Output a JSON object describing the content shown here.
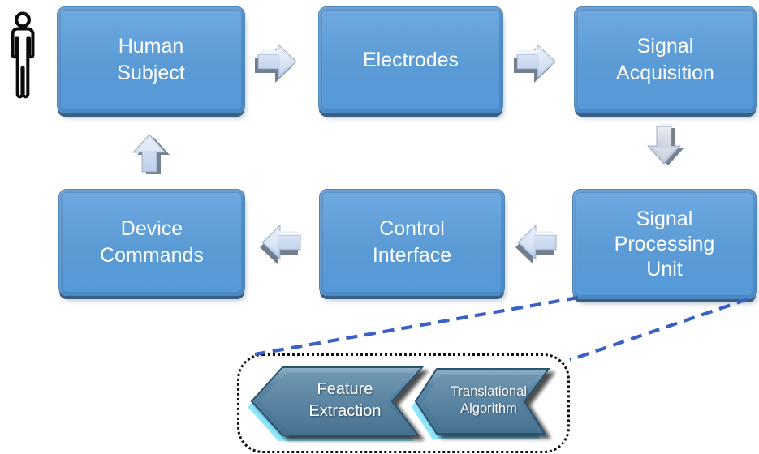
{
  "diagram": {
    "title": "",
    "boxes": [
      {
        "id": "human-subject",
        "lines": [
          "Human",
          "Subject"
        ]
      },
      {
        "id": "electrodes",
        "lines": [
          "Electrodes"
        ]
      },
      {
        "id": "signal-acquisition",
        "lines": [
          "Signal",
          "Acquisition"
        ]
      },
      {
        "id": "signal-processing-unit",
        "lines": [
          "Signal",
          "Processing",
          "Unit"
        ]
      },
      {
        "id": "control-interface",
        "lines": [
          "Control",
          "Interface"
        ]
      },
      {
        "id": "device-commands",
        "lines": [
          "Device",
          "Commands"
        ]
      }
    ],
    "flow": [
      {
        "from": "Human Subject",
        "to": "Electrodes",
        "direction": "right"
      },
      {
        "from": "Electrodes",
        "to": "Signal Acquisition",
        "direction": "right"
      },
      {
        "from": "Signal Acquisition",
        "to": "Signal Processing Unit",
        "direction": "down"
      },
      {
        "from": "Signal Processing Unit",
        "to": "Control Interface",
        "direction": "left"
      },
      {
        "from": "Control Interface",
        "to": "Device Commands",
        "direction": "left"
      },
      {
        "from": "Device Commands",
        "to": "Human Subject",
        "direction": "up"
      }
    ],
    "callout": {
      "linked_box": "Signal Processing Unit",
      "chevrons": [
        {
          "lines": [
            "Feature",
            "Extraction"
          ]
        },
        {
          "lines": [
            "Translational",
            "Algorithm"
          ]
        }
      ]
    },
    "icons": {
      "person-icon": "standing human outline figure",
      "arrow-right-3d-icon": "3D beveled block arrow pointing right",
      "arrow-left-3d-icon": "3D beveled block arrow pointing left",
      "arrow-up-3d-icon": "3D beveled block arrow pointing up",
      "arrow-down-3d-icon": "3D beveled block arrow pointing down"
    },
    "colors": {
      "box_fill": "#5b9bd5",
      "box_border": "#41719c",
      "box_bottom_rim": "#3a5f82",
      "arrow_face": "#d7e3f4",
      "arrow_side": "#727d8e",
      "chevron_fill": "#4f7ca1",
      "chevron_edge": "#2c5370",
      "chevron_glow": "#8ee6fd",
      "dashed_connector": "#3a5fc5",
      "callout_border": "#111111",
      "label_text": "#ffffff",
      "person_icon": "#000000"
    }
  }
}
